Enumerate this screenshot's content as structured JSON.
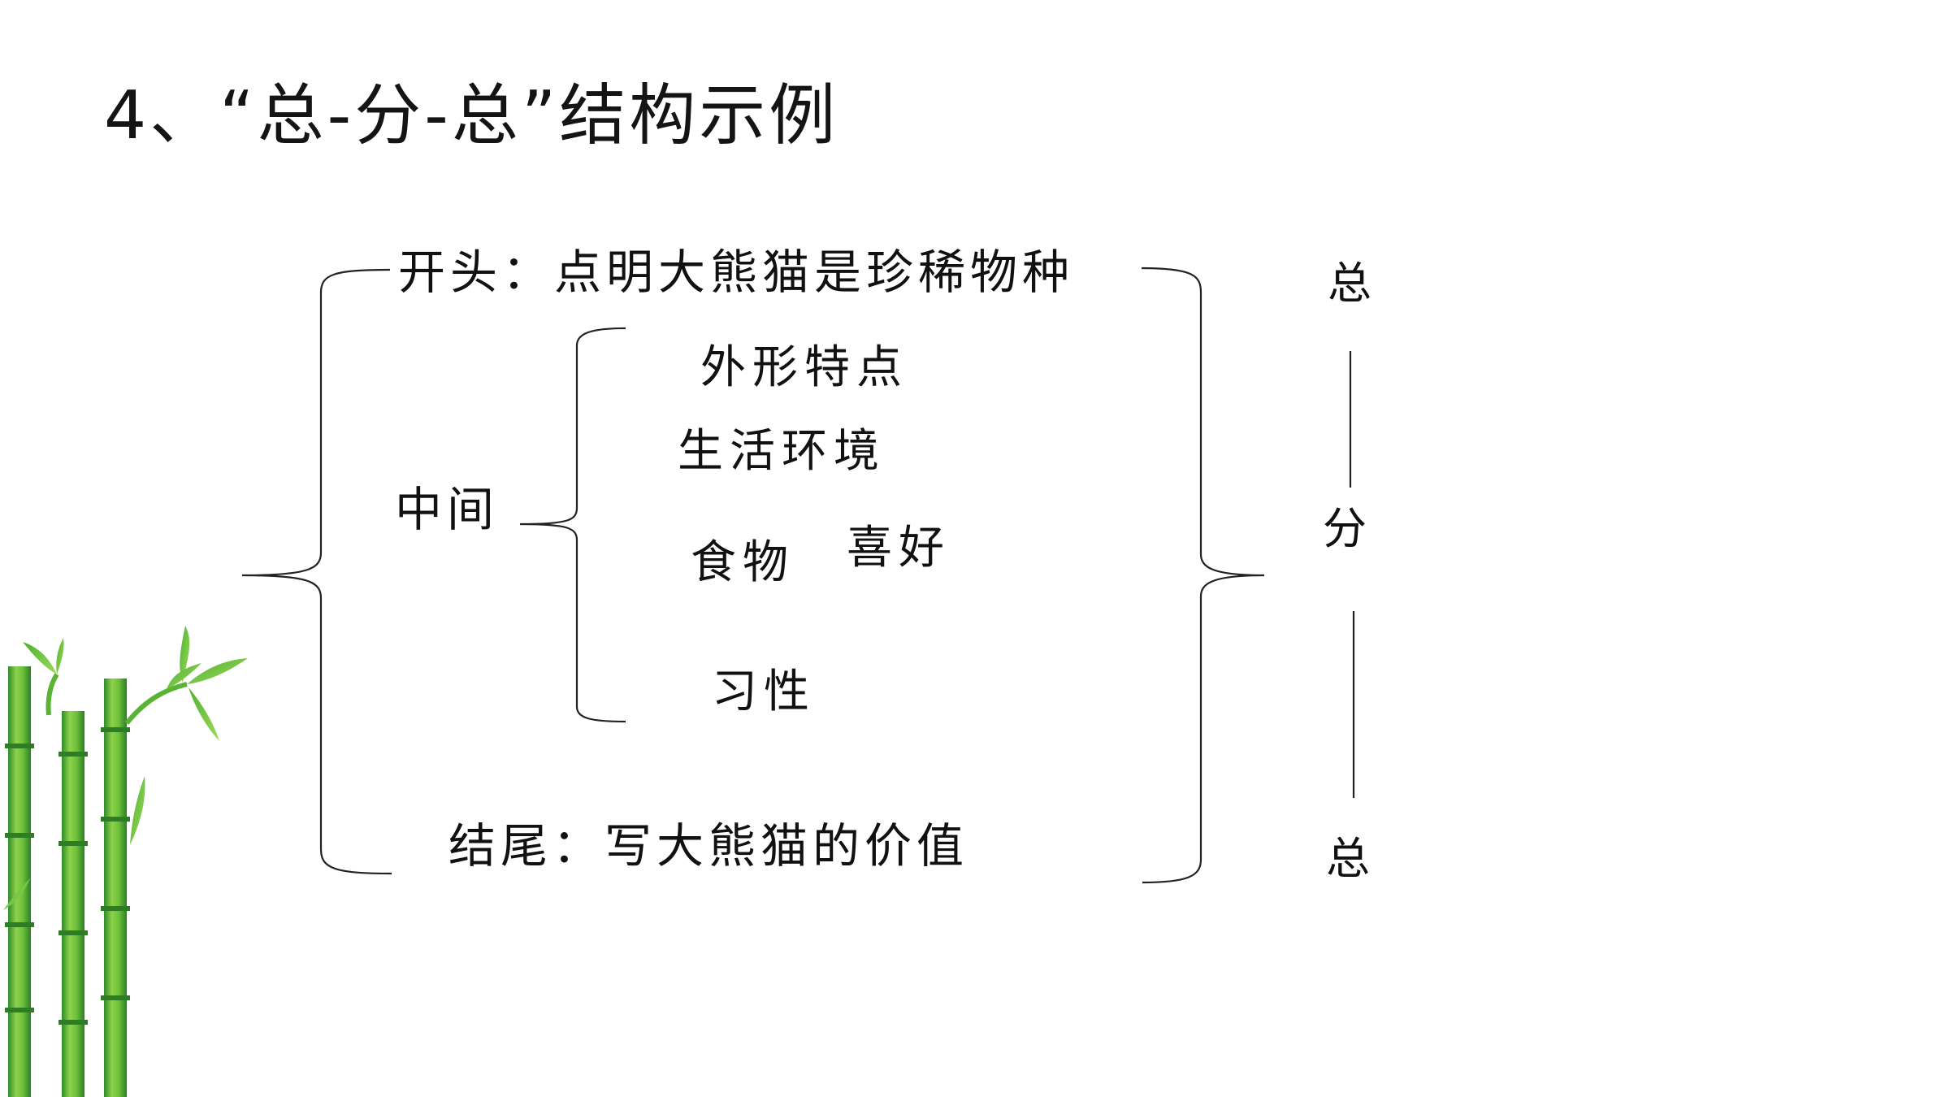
{
  "slide": {
    "title": "4、“总-分-总”结构示例",
    "opening": "开头：点明大熊猫是珍稀物种",
    "middle_label": "中间",
    "middle_items": [
      "外形特点",
      "生活环境",
      "食物",
      "喜好",
      "习性"
    ],
    "ending": "结尾：写大熊猫的价值",
    "structure": [
      "总",
      "分",
      "总"
    ]
  },
  "colors": {
    "background": "#ffffff",
    "text": "#111111",
    "bamboo_light": "#8fd14a",
    "bamboo_dark": "#2e8b2a"
  }
}
